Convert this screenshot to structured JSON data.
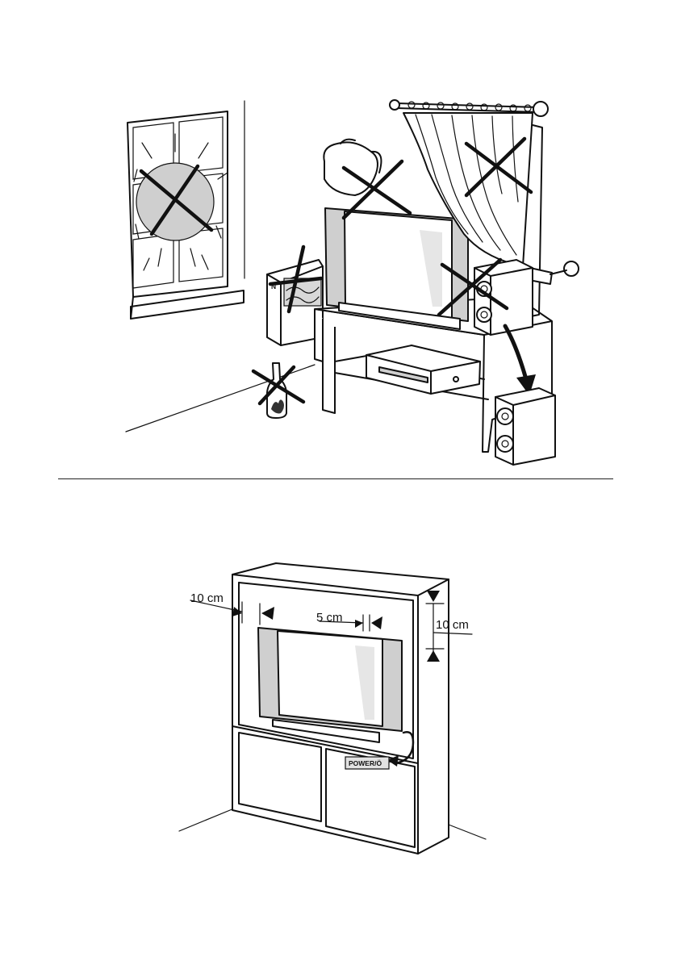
{
  "measurements": {
    "side_clearance": "10 cm",
    "rear_clearance": "5 cm",
    "top_clearance": "10 cm"
  },
  "power_label": "POWER/Ö",
  "colors": {
    "line": "#111111",
    "shade": "#cfcfcf",
    "paper": "#ffffff"
  }
}
